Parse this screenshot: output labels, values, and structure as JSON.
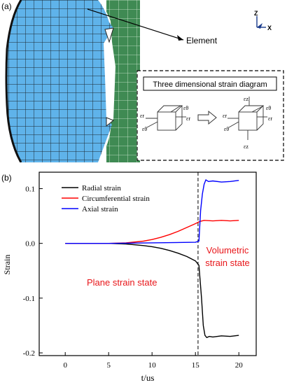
{
  "panel_a": {
    "label": "(a)",
    "callout": "Element",
    "axes_triad": {
      "z": "Z",
      "x": "X"
    },
    "colors": {
      "mesh_blue": "#5fb3ea",
      "mesh_green": "#3f8a53",
      "grid_line": "#1c2a33"
    },
    "inset": {
      "title": "Three dimensional strain diagram",
      "cube_left_labels": [
        "εr",
        "εθ",
        "εθ",
        "εr"
      ],
      "cube_right_labels": [
        "εz",
        "εr",
        "εθ",
        "εθ",
        "εr",
        "εz"
      ],
      "arrow_icon": "hollow-right-arrow"
    }
  },
  "panel_b": {
    "label": "(b)",
    "annotations": {
      "plane": "Plane strain state",
      "volumetric_line1": "Volumetric",
      "volumetric_line2": "strain state",
      "color": "#e8161a"
    }
  },
  "chart_data": {
    "type": "line",
    "title": "",
    "xlabel": "t/us",
    "ylabel": "Strain",
    "xlim": [
      -3,
      22
    ],
    "ylim": [
      -0.205,
      0.13
    ],
    "xticks": [
      0,
      5,
      10,
      15,
      20
    ],
    "yticks": [
      0.1,
      0.0,
      -0.1,
      -0.2
    ],
    "ytick_labels": [
      "0.1",
      "0.0",
      "-0.1",
      "-0.2"
    ],
    "grid": false,
    "legend_position": "top-left",
    "vline": {
      "x": 15.3,
      "style": "dashed"
    },
    "series": [
      {
        "name": "Radial strain",
        "color": "#000000",
        "x": [
          0,
          5,
          7,
          9,
          10,
          11,
          12,
          13,
          14,
          15,
          15.4,
          15.7,
          15.9,
          16.1,
          16.3,
          16.6,
          17,
          18,
          19,
          20
        ],
        "y": [
          0,
          0,
          -0.001,
          -0.004,
          -0.006,
          -0.009,
          -0.013,
          -0.018,
          -0.024,
          -0.032,
          -0.04,
          -0.1,
          -0.15,
          -0.168,
          -0.172,
          -0.17,
          -0.171,
          -0.169,
          -0.17,
          -0.168
        ]
      },
      {
        "name": "Circumferential strain",
        "color": "#ff0000",
        "x": [
          0,
          5,
          7,
          9,
          10,
          11,
          12,
          13,
          14,
          15,
          15.5,
          16,
          17,
          18,
          19,
          20
        ],
        "y": [
          0,
          0,
          0.001,
          0.004,
          0.007,
          0.011,
          0.016,
          0.022,
          0.029,
          0.036,
          0.04,
          0.042,
          0.041,
          0.042,
          0.041,
          0.042
        ]
      },
      {
        "name": "Axial strain",
        "color": "#0000ff",
        "x": [
          0,
          5,
          10,
          15,
          15.4,
          15.6,
          15.8,
          16,
          16.2,
          16.5,
          17,
          18,
          19,
          20
        ],
        "y": [
          0,
          0,
          0.001,
          0.002,
          0.004,
          0.06,
          0.09,
          0.108,
          0.116,
          0.113,
          0.114,
          0.112,
          0.113,
          0.115
        ]
      }
    ]
  }
}
